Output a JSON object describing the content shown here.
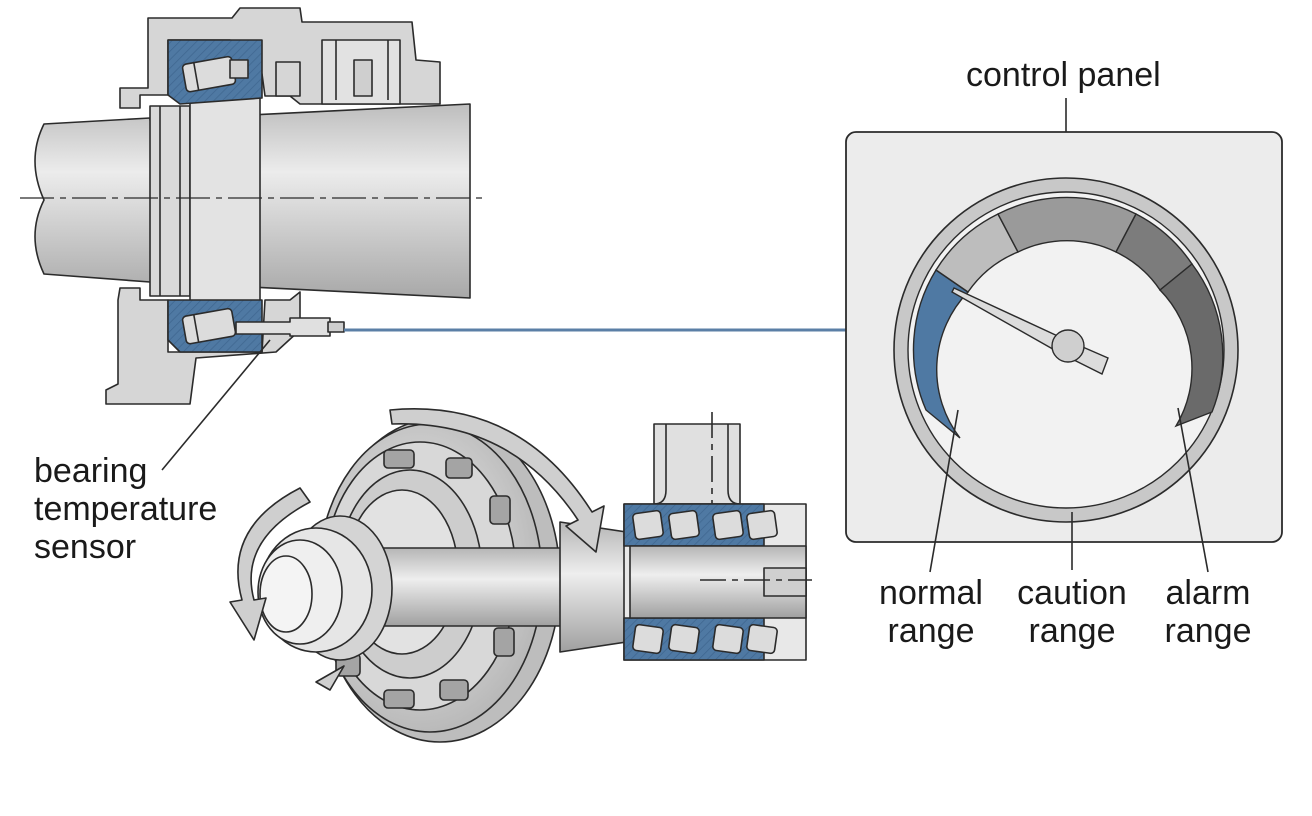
{
  "labels": {
    "control_panel": "control panel",
    "sensor": [
      "bearing",
      "temperature",
      "sensor"
    ],
    "normal": [
      "normal",
      "range"
    ],
    "caution": [
      "caution",
      "range"
    ],
    "alarm": [
      "alarm",
      "range"
    ]
  },
  "colors": {
    "blue": "#4f79a3",
    "line": "#2b2b2b",
    "metal": "#d2d2d2",
    "metal_dark": "#a9a9a9",
    "panel_bg": "#ececec",
    "caution_light": "#bdbdbd",
    "caution_mid": "#9a9a9a",
    "alarm_dark": "#6a6a6a",
    "cable": "#5b7fa6"
  },
  "gauge": {
    "zones": [
      "normal",
      "caution",
      "alarm"
    ],
    "needle_zone": "normal"
  },
  "icons": [
    "rotation-arrow-icon",
    "rotation-arrow-icon"
  ]
}
